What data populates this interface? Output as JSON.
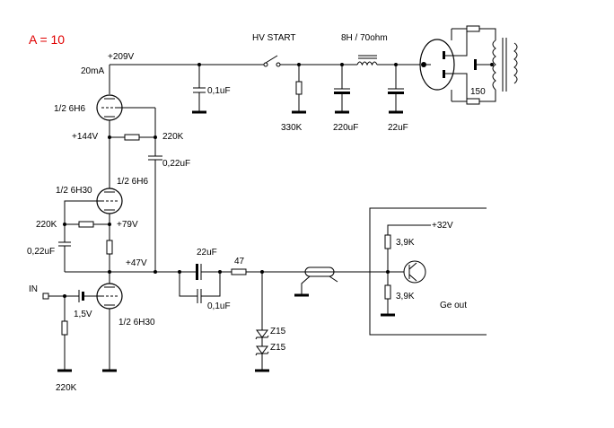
{
  "title": "A = 10",
  "labels": {
    "b_plus": "+209V",
    "current": "20mA",
    "hv_start": "HV START",
    "choke": "8H / 70ohm",
    "cap_01_top": "0,1uF",
    "r_330k": "330K",
    "c_220uf": "220uF",
    "c_22uf_top": "22uF",
    "r_150": "150",
    "tube1": "1/2 6H6",
    "v144": "+144V",
    "r_220k_top": "220K",
    "c_022_mid": "0,22uF",
    "tube1b": "1/2 6H6",
    "tube2": "1/2 6H30",
    "r_220k_left": "220K",
    "v79": "+79V",
    "c_022_left": "0,22uF",
    "v47": "+47V",
    "c_22uf_out": "22uF",
    "r_47": "47",
    "c_01_out": "0,1uF",
    "in": "IN",
    "v15": "1,5V",
    "tube3": "1/2 6H30",
    "z1": "Z15",
    "z2": "Z15",
    "r_220k_bottom": "220K",
    "v32": "+32V",
    "r_39k_top": "3,9K",
    "r_39k_bottom": "3,9K",
    "ge_out": "Ge out"
  },
  "colors": {
    "title": "#e00000",
    "ink": "#000000",
    "paper": "#ffffff"
  }
}
